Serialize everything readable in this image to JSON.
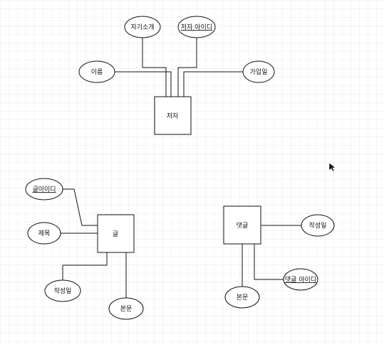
{
  "diagram": {
    "entities": {
      "author": "저자",
      "post": "글",
      "comment": "댓글"
    },
    "attributes": {
      "author_intro": "자기소개",
      "author_id": "저자 아이디",
      "author_name": "이름",
      "author_joined": "가입일",
      "post_id": "글아이디",
      "post_title": "제목",
      "post_created": "작성일",
      "post_body": "본문",
      "comment_created": "작성일",
      "comment_id": "댓글 아이디",
      "comment_body": "본문"
    },
    "key_attributes": [
      "author_id",
      "post_id",
      "comment_id"
    ]
  },
  "colors": {
    "stroke": "#111111",
    "grid": "#e6e6e6",
    "background": "#ffffff"
  }
}
